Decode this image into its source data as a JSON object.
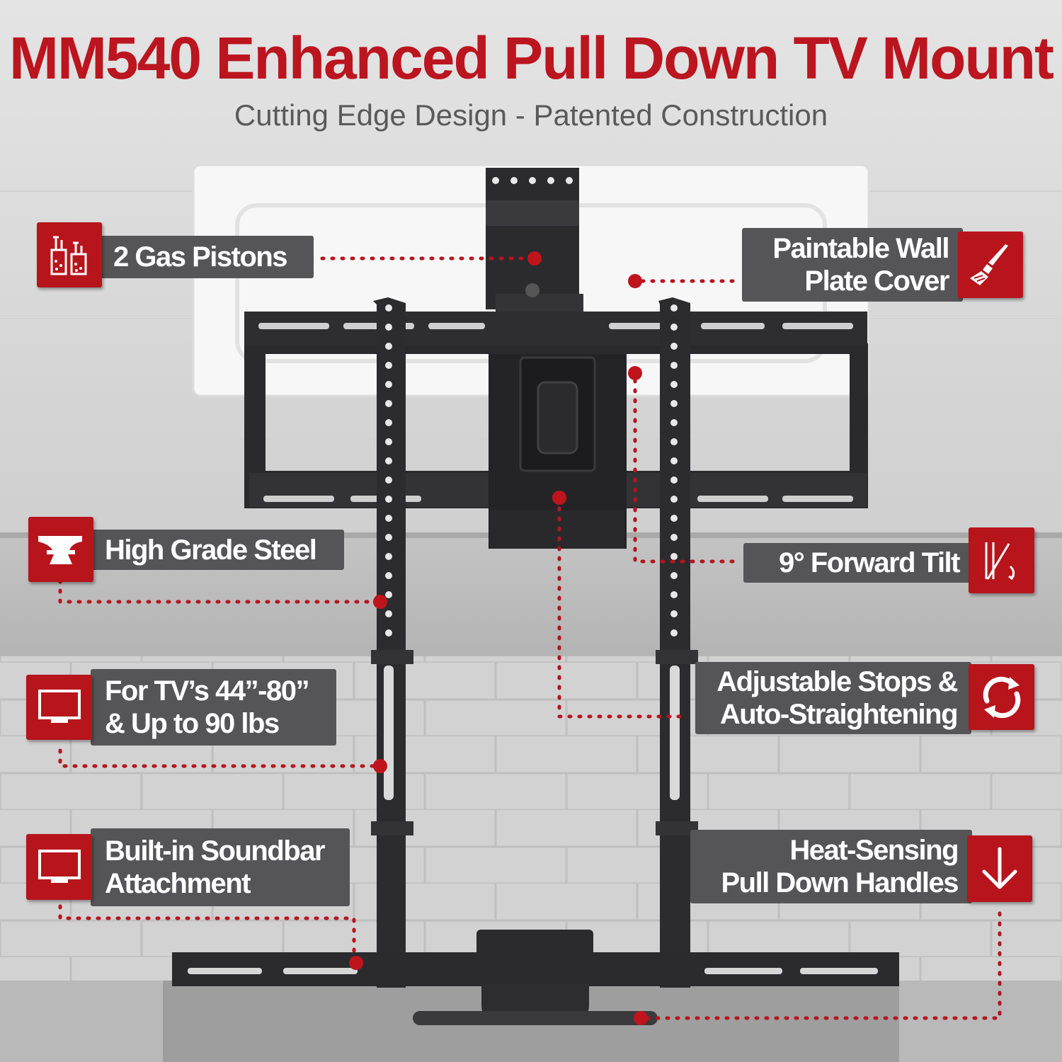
{
  "title": "MM540 Enhanced Pull Down TV Mount",
  "subtitle": "Cutting Edge Design - Patented Construction",
  "colors": {
    "accent": "#b7141c",
    "title": "#bb151f",
    "label_bg": "#555558",
    "mount_black": "#2b2b2e"
  },
  "callouts": {
    "gas_pistons": {
      "lines": [
        "2 Gas Pistons"
      ],
      "icon": "gas-pistons-icon"
    },
    "wall_plate": {
      "lines": [
        "Paintable Wall",
        "Plate Cover"
      ],
      "icon": "paint-brush-icon"
    },
    "steel": {
      "lines": [
        "High Grade Steel"
      ],
      "icon": "anvil-icon"
    },
    "tilt": {
      "lines": [
        "9° Forward Tilt"
      ],
      "icon": "tilt-icon"
    },
    "tv_size": {
      "lines": [
        "For TV’s 44”-80”",
        "& Up to 90 lbs"
      ],
      "icon": "tv-icon"
    },
    "stops": {
      "lines": [
        "Adjustable Stops &",
        "Auto-Straightening"
      ],
      "icon": "refresh-icon"
    },
    "soundbar": {
      "lines": [
        "Built-in Soundbar",
        "Attachment"
      ],
      "icon": "tv-icon"
    },
    "handles": {
      "lines": [
        "Heat-Sensing",
        "Pull Down Handles"
      ],
      "icon": "arrow-down-icon"
    }
  }
}
